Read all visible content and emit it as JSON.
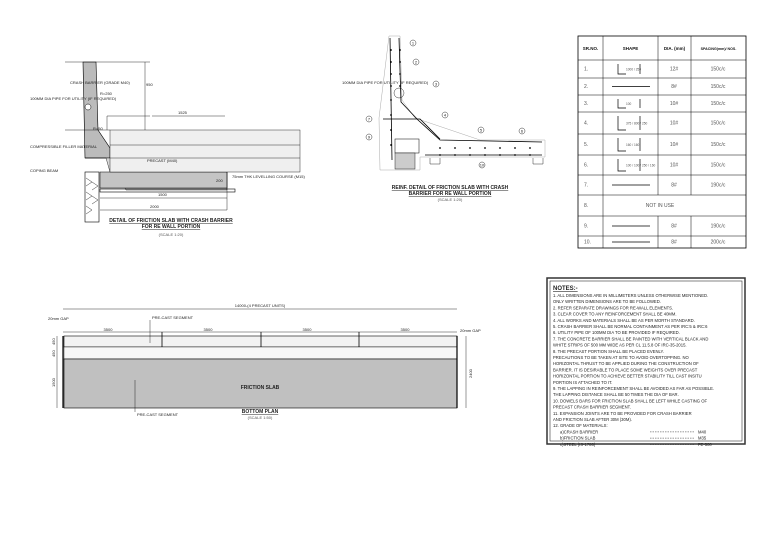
{
  "left_detail": {
    "title_line1": "DETAIL OF FRICTION SLAB WITH CRASH BARRIER",
    "title_line2": "FOR RE WALL PORTION",
    "scale": "(SCALE 1:20)",
    "labels": {
      "crash_barrier": "CRASH BARRIER (GRADE M40)",
      "utility": "100MM DIA PIPE FOR UTILITY (IF REQUIRED)",
      "coping": "COPING BEAM",
      "compressible": "COMPRESSIBLE FILLER MATERIAL",
      "precast": "PRECAST (M40)",
      "levelling": "75mm THK LEVELLING COURSE (M15)",
      "r250": "R=250",
      "r50": "R=50",
      "dim_1500": "1500",
      "dim_1525": "1525",
      "dim_2000": "2000",
      "dim_950": "950",
      "dim_200": "200"
    }
  },
  "rebar_detail": {
    "title_line1": "REINF. DETAIL OF FRICTION SLAB WITH CRASH",
    "title_line2": "BARRIER FOR RE WALL PORTION",
    "scale": "(SCALE 1:20)",
    "utility_label": "100MM DIA PIPE FOR UTILITY (IF REQUIRED)",
    "bar_marks": [
      "1",
      "2",
      "3",
      "4",
      "5",
      "6",
      "7",
      "9",
      "10"
    ]
  },
  "bar_table": {
    "headers": [
      "SR.NO.",
      "SHAPE",
      "DIA. (mm)",
      "SPACING(mm)/ NOS."
    ],
    "rows": [
      {
        "sr": "1.",
        "shape": "1000 / 250",
        "dia": "12#",
        "spacing": "150c/c"
      },
      {
        "sr": "2.",
        "shape": "",
        "dia": "8#",
        "spacing": "150c/c"
      },
      {
        "sr": "3.",
        "shape": "100",
        "dia": "10#",
        "spacing": "150c/c"
      },
      {
        "sr": "4.",
        "shape": "375 / 800 / 250",
        "dia": "10#",
        "spacing": "150c/c"
      },
      {
        "sr": "5.",
        "shape": "160 / 160",
        "dia": "10#",
        "spacing": "150c/c"
      },
      {
        "sr": "6.",
        "shape": "100 / 100 / 250 / 160",
        "dia": "10#",
        "spacing": "150c/c"
      },
      {
        "sr": "7.",
        "shape": "",
        "dia": "8#",
        "spacing": "190c/c"
      },
      {
        "sr": "8.",
        "merged": "NOT IN USE"
      },
      {
        "sr": "9.",
        "shape": "",
        "dia": "8#",
        "spacing": "190c/c"
      },
      {
        "sr": "10.",
        "shape": "",
        "dia": "8#",
        "spacing": "200c/c"
      }
    ]
  },
  "notes": {
    "heading": "NOTES:-",
    "items": [
      "1. ALL DIMENSIONS ARE IN MILLIMETERS UNLESS OTHERWISE MENTIONED.",
      "   ONLY WRITTEN DIMENSIONS ARE TO BE FOLLOWED.",
      "2. REFER SEPARATE DRAWINGS FOR RE-WALL ELEMENTS.",
      "3. CLEAR COVER TO ANY REINFORCEMENT SHALL BE 40MM.",
      "4. ALL WORKS AND MATERIALS SHALL BE AS PER MORTH STANDARD.",
      "5. CRASH BARRIER SHALL BE NORMAL CONTAINMENT AS PER IRC:5 & IRC:6",
      "6. UTILITY PIPE OF 100MM DIA TO BE PROVIDED IF REQUIRED.",
      "7. THE CONCRETE BARRIER SHALL BE PAINTED WITH VERTICAL BLACK AND",
      "   WHITE STRIPS OF 500 MM WIDE AS PER CL 11.5.8 OF IRC-35-2015.",
      "8. THE PRECAST PORTION SHALL BE PLACED EVENLY.",
      "   PRECAUTIONS TO BE TAKEN AT SITE TO AVOID OVERTOPPING. NO",
      "   HORIZONTAL THRUST TO BE APPLIED DURING THE CONSTRUCTION OF",
      "   BARRIER. IT IS DESIRABLE TO PLACE SOME WEIGHTS OVER PRECAST",
      "   HORIZONTAL PORTION TO ACHIEVE BETTER STABILITY TILL CAST INSITU",
      "   PORTION IS ATTACHED TO IT.",
      "9. THE LAPPING IN REINFORCEMENT SHALL BE AVOIDED AS FAR AS POSSIBLE.",
      "   THE LAPPING DISTANCE SHALL BE 50 TIMES THE DIA OF BAR.",
      "10. DOWELS BARS FOR FRICTION SLAB SHALL BE LEFT WHILE CASTING OF",
      "    PRECAST CRASH BARRIER SEGMENT.",
      "11. EXPANSION JOINTS ARE TO BE PROVIDED FOR CRASH BARRIER",
      "    AND FRICTION SLAB AFTER 30M (30M).",
      "12. GRADE OF MATERIALS:"
    ],
    "grades": [
      {
        "item": "a)CRASH BARRIER",
        "value": "M40"
      },
      {
        "item": "b)FRICTION SLAB",
        "value": "M35"
      },
      {
        "item": "c)STEEL (IS-1786)",
        "value": "FE-500"
      }
    ]
  },
  "bottom_plan": {
    "title": "BOTTOM PLAN",
    "scale": "(SCALE 1:50)",
    "slab_label": "FRICTION SLAB",
    "overall_dim": "14000-(4 PRECAST UNITS)",
    "segment_dims": [
      "3500",
      "3500",
      "3500",
      "3500"
    ],
    "gap_left": "20mm GAP",
    "gap_right": "20mm GAP",
    "precast_label_top": "PRE-CAST SEGMENT",
    "precast_label_bottom": "PRE-CAST SEGMENT",
    "dims_left": [
      "450",
      "450",
      "1500"
    ],
    "dim_right": "2400"
  }
}
